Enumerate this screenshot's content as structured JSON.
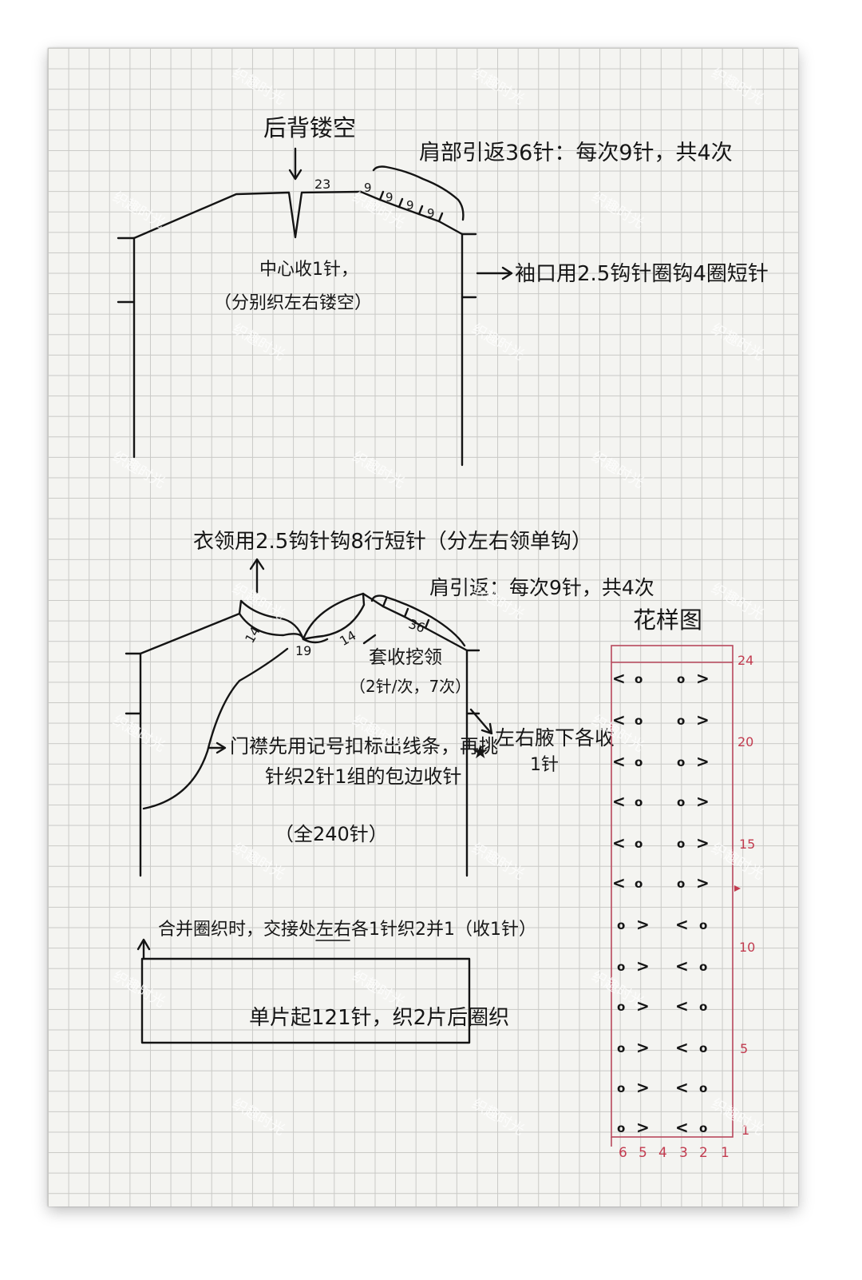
{
  "back": {
    "title": "后背镂空",
    "shoulder_note": "肩部引返36针：每次9针，共4次",
    "neck_count": "23",
    "shoulder_steps": [
      "9",
      "9",
      "9",
      "9"
    ],
    "center_note_1": "中心收1针，",
    "center_note_2": "（分别织左右镂空）",
    "sleeve_note": "袖口用2.5钩针圈钩4圈短针"
  },
  "front": {
    "collar_note": "衣领用2.5钩针钩8行短针（分左右领单钩）",
    "shoulder_note": "肩引返：每次9针，共4次",
    "left_neck": "14",
    "center_neck": "19",
    "right_neck": "14",
    "shoulder_count": "36",
    "neck_shaping_1": "套收挖领",
    "neck_shaping_2": "（2针/次，7次）",
    "placket_note_1": "门襟先用记号扣标出线条，再挑",
    "placket_note_2": "针织2针1组的包边收针",
    "total": "（全240针）",
    "armpit_note_1": "左右腋下各收",
    "armpit_note_2": "1针"
  },
  "body": {
    "join_note": "合并圈织时，交接处左右各1针织2并1（收1针）",
    "cast_on": "单片起121针，织2片后圈织"
  },
  "chart": {
    "title": "花样图",
    "row_labels": [
      "24",
      "20",
      "15",
      "10",
      "5",
      "1"
    ],
    "col_labels": [
      "6",
      "5",
      "4",
      "3",
      "2",
      "1"
    ]
  },
  "watermark": "织趣时光",
  "colors": {
    "ink": "#141414",
    "chart_red": "#b8485c",
    "paper": "#f4f4f1"
  }
}
